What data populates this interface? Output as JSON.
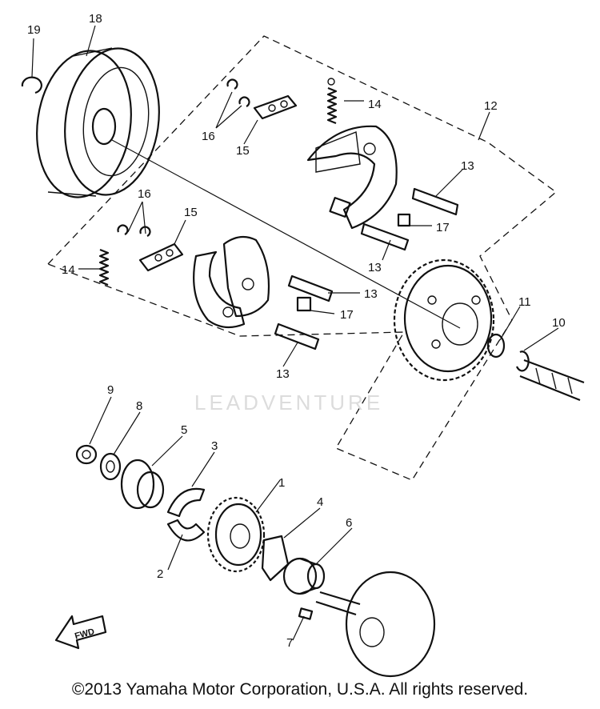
{
  "diagram": {
    "callouts": [
      {
        "id": "label-19",
        "text": "19"
      },
      {
        "id": "label-18",
        "text": "18"
      },
      {
        "id": "label-16a",
        "text": "16"
      },
      {
        "id": "label-15a",
        "text": "15"
      },
      {
        "id": "label-14a",
        "text": "14"
      },
      {
        "id": "label-12",
        "text": "12"
      },
      {
        "id": "label-13a",
        "text": "13"
      },
      {
        "id": "label-17a",
        "text": "17"
      },
      {
        "id": "label-13b",
        "text": "13"
      },
      {
        "id": "label-16b",
        "text": "16"
      },
      {
        "id": "label-15b",
        "text": "15"
      },
      {
        "id": "label-14b",
        "text": "14"
      },
      {
        "id": "label-13c",
        "text": "13"
      },
      {
        "id": "label-17b",
        "text": "17"
      },
      {
        "id": "label-13d",
        "text": "13"
      },
      {
        "id": "label-11",
        "text": "11"
      },
      {
        "id": "label-10",
        "text": "10"
      },
      {
        "id": "label-9",
        "text": "9"
      },
      {
        "id": "label-8",
        "text": "8"
      },
      {
        "id": "label-5",
        "text": "5"
      },
      {
        "id": "label-3",
        "text": "3"
      },
      {
        "id": "label-1",
        "text": "1"
      },
      {
        "id": "label-4",
        "text": "4"
      },
      {
        "id": "label-6",
        "text": "6"
      },
      {
        "id": "label-2",
        "text": "2"
      },
      {
        "id": "label-7",
        "text": "7"
      }
    ],
    "fwd_label": "FWD",
    "watermark": "LEADVENTURE"
  },
  "footer": {
    "copyright": "©2013 Yamaha Motor Corporation, U.S.A. All rights reserved."
  }
}
